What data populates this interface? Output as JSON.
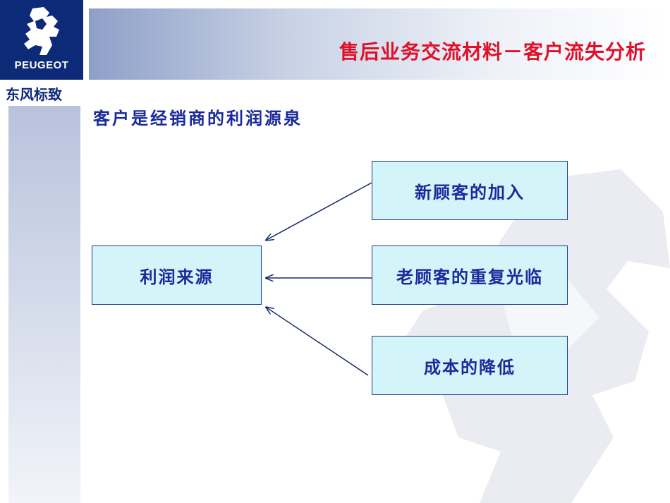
{
  "header": {
    "brand_name": "PEUGEOT",
    "brand_cn": "东风标致",
    "title": "售后业务交流材料－客户流失分析"
  },
  "slide": {
    "subtitle": "客户是经销商的利润源泉",
    "center_node": "利润来源",
    "sources": [
      "新顾客的加入",
      "老顾客的重复光临",
      "成本的降低"
    ]
  },
  "icons": {
    "logo": "lion-logo-icon",
    "watermark": "lion-watermark-icon"
  },
  "colors": {
    "brand_blue": "#0d2a78",
    "title_red": "#e0102a",
    "box_fill": "#d3f4f9",
    "text_blue": "#1a2a9a"
  }
}
